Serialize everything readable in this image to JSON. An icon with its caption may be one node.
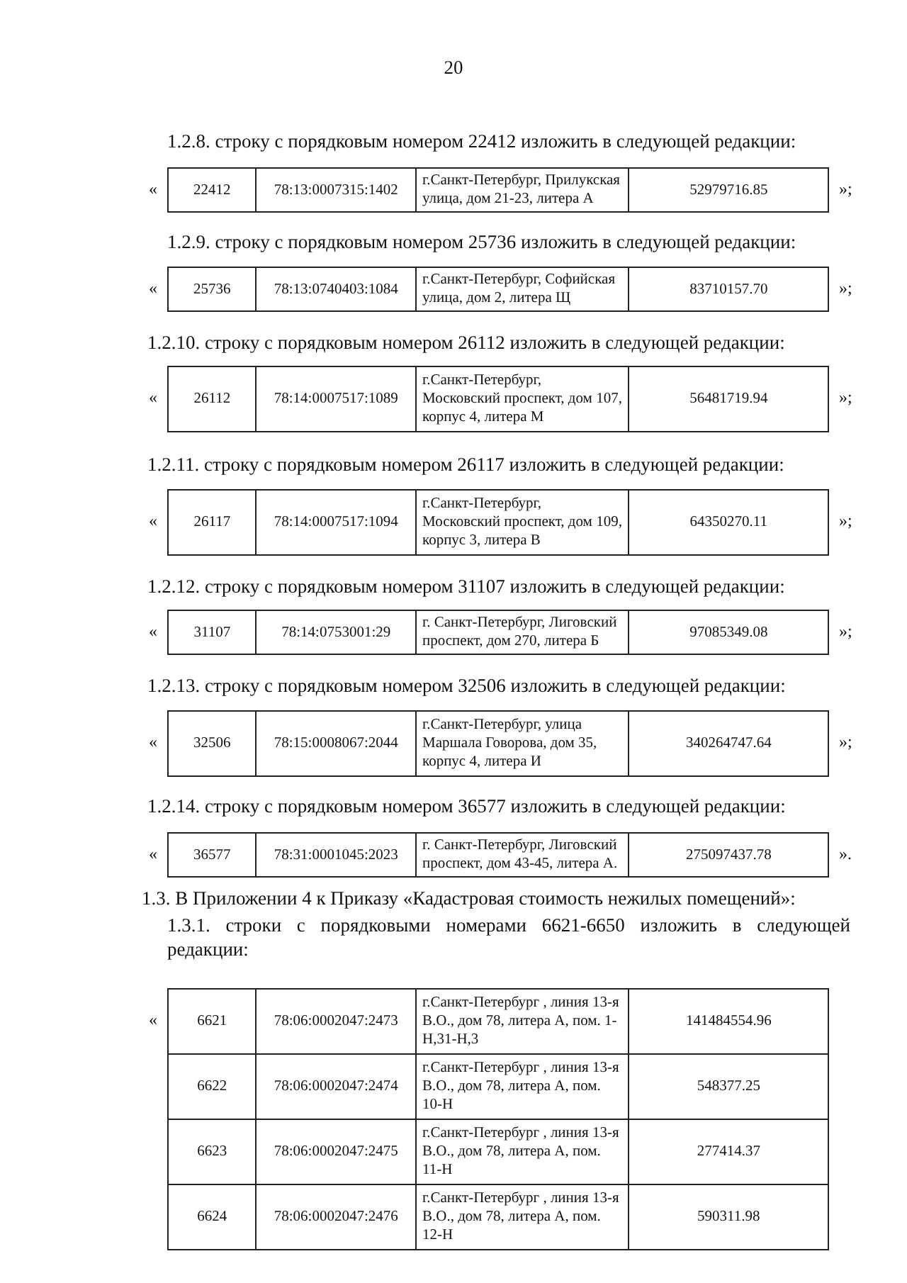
{
  "diagram": {
    "labels": [
      "20",
      "1.2.8. строку с порядковым номером 22412 изложить в следующей редакции:",
      "«",
      "22412",
      "78:13:0007315:1402",
      "г.Санкт-Петербург, Прилукская улица, дом 21-23, литера А",
      "52979716.85",
      "»;",
      "1.2.9. строку с порядковым номером 25736 изложить в следующей редакции:",
      "«",
      "25736",
      "78:13:0740403:1084",
      "г.Санкт-Петербург, Софийская улица, дом 2, литера Щ",
      "83710157.70",
      "»;",
      "1.2.10. строку с порядковым номером 26112 изложить в следующей редакции:",
      "«",
      "26112",
      "78:14:0007517:1089",
      "г.Санкт-Петербург, Московский проспект, дом 107, корпус 4, литера М",
      "56481719.94",
      "»;",
      "1.2.11. строку с порядковым номером 26117 изложить в следующей редакции:",
      "«",
      "26117",
      "78:14:0007517:1094",
      "г.Санкт-Петербург, Московский проспект, дом 109, корпус 3, литера В",
      "64350270.11",
      "»;",
      "1.2.12. строку с порядковым номером 31107 изложить в следующей редакции:",
      "«",
      "31107",
      "78:14:0753001:29",
      "г. Санкт-Петербург, Лиговский проспект, дом 270, литера Б",
      "97085349.08",
      "»;",
      "1.2.13. строку с порядковым номером 32506 изложить в следующей редакции:",
      "«",
      "32506",
      "78:15:0008067:2044",
      "г.Санкт-Петербург, улица Маршала Говорова, дом 35, корпус 4, литера И",
      "340264747.64",
      "»;",
      "1.2.14. строку с порядковым номером 36577 изложить в следующей редакции:",
      "«",
      "36577",
      "78:31:0001045:2023",
      "г. Санкт-Петербург, Лиговский проспект, дом 43-45, литера А.",
      "275097437.78",
      "».",
      "1.3. В Приложении 4 к Приказу «Кадастровая стоимость нежилых помещений»:",
      "1.3.1. строки с порядковыми номерами 6621-6650 изложить в следующей редакции:",
      "«",
      "6621",
      "78:06:0002047:2473",
      "г.Санкт-Петербург , линия 13-я В.О., дом 78, литера А, пом. 1-Н,31-Н,3",
      "141484554.96",
      "6622",
      "78:06:0002047:2474",
      "г.Санкт-Петербург , линия 13-я В.О., дом 78, литера А, пом. 10-Н",
      "548377.25",
      "6623",
      "78:06:0002047:2475",
      "г.Санкт-Петербург , линия 13-я В.О., дом 78, литера А, пом. 11-Н",
      "277414.37",
      "6624",
      "78:06:0002047:2476",
      "г.Санкт-Петербург , линия 13-я В.О., дом 78, литера А, пом. 12-Н",
      "590311.98"
    ]
  }
}
